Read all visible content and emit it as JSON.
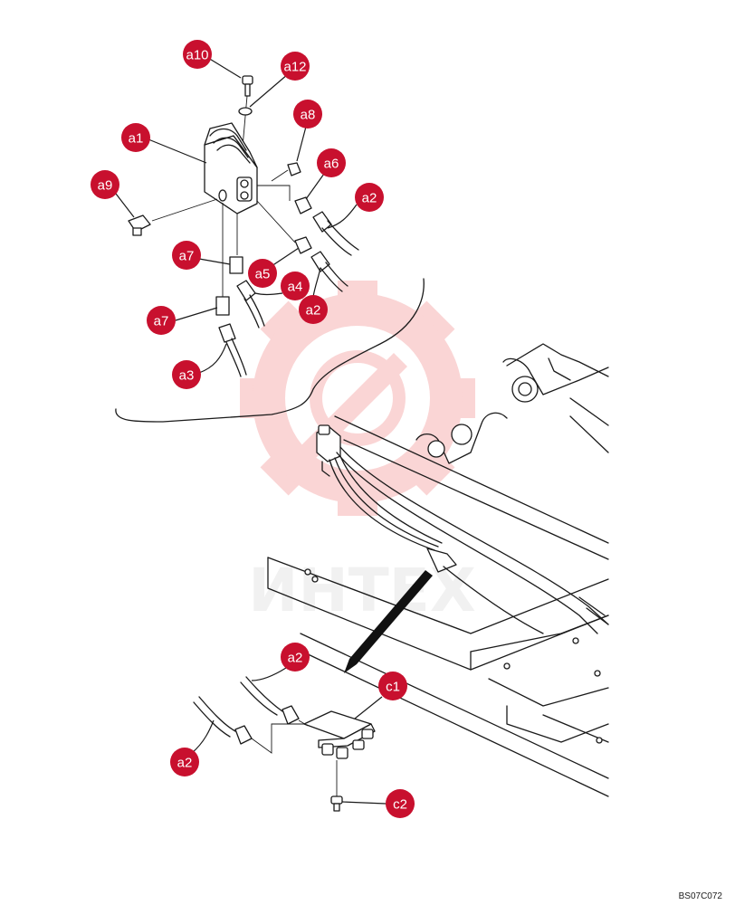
{
  "watermark": {
    "text": "ИНТЕХ",
    "color": "#f7c9c9"
  },
  "accent_color": "#c8102e",
  "reference_code": "BS07C072",
  "callouts": [
    {
      "id": "a10",
      "label": "a10"
    },
    {
      "id": "a12",
      "label": "a12"
    },
    {
      "id": "a8",
      "label": "a8"
    },
    {
      "id": "a1",
      "label": "a1"
    },
    {
      "id": "a6",
      "label": "a6"
    },
    {
      "id": "a9",
      "label": "a9"
    },
    {
      "id": "a2-top",
      "label": "a2"
    },
    {
      "id": "a7-upper",
      "label": "a7"
    },
    {
      "id": "a5",
      "label": "a5"
    },
    {
      "id": "a4",
      "label": "a4"
    },
    {
      "id": "a2-mid",
      "label": "a2"
    },
    {
      "id": "a7-lower",
      "label": "a7"
    },
    {
      "id": "a3",
      "label": "a3"
    },
    {
      "id": "c1",
      "label": "c1"
    },
    {
      "id": "a2-bottom-upper",
      "label": "a2"
    },
    {
      "id": "a2-bottom-lower",
      "label": "a2"
    },
    {
      "id": "c2",
      "label": "c2"
    }
  ]
}
